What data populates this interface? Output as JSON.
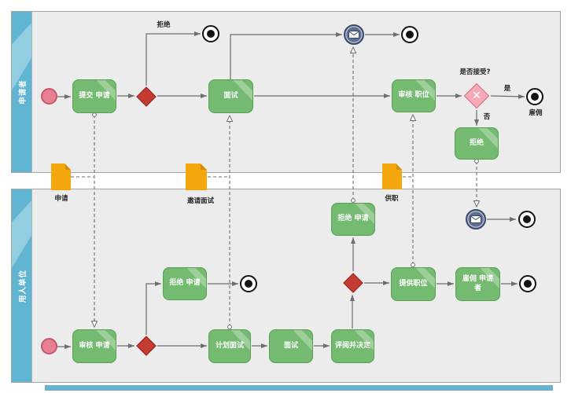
{
  "pools": [
    {
      "label": "申请者"
    },
    {
      "label": "用人单位"
    }
  ],
  "tasks": {
    "submit_application": "提交 申请",
    "interview_top": "面试",
    "review_offer": "审核 职位",
    "reject_top": "拒绝",
    "review_application": "审核 申请",
    "reject_application_left": "拒绝 申请",
    "plan_interview": "计划面试",
    "interview_bottom": "面试",
    "review_and_decide": "评阅并决定",
    "reject_application_mid": "拒绝 申请",
    "offer_position": "提供职位",
    "hire_applicant": "雇佣 申请者"
  },
  "edge_labels": {
    "rejected": "拒绝",
    "accept_question": "是否接受?",
    "yes": "是",
    "no": "否",
    "hired": "雇佣"
  },
  "data_objects": {
    "application": "申请",
    "interview_invitation": "邀请面试",
    "job_offer": "供职"
  },
  "icons": {
    "xor_gateway": "✕"
  },
  "colors": {
    "lane_header": "#5fb5d2",
    "lane_body": "#ececec",
    "task_fill": "#74ba70",
    "gateway_fill": "#c33b31",
    "xor_gateway_fill": "#f4abb7",
    "start_event_fill": "#e98092",
    "end_event": "#141414",
    "message_event_fill": "#5d6e90",
    "data_object_fill": "#f3a70c",
    "connector": "#6e6e6e"
  }
}
